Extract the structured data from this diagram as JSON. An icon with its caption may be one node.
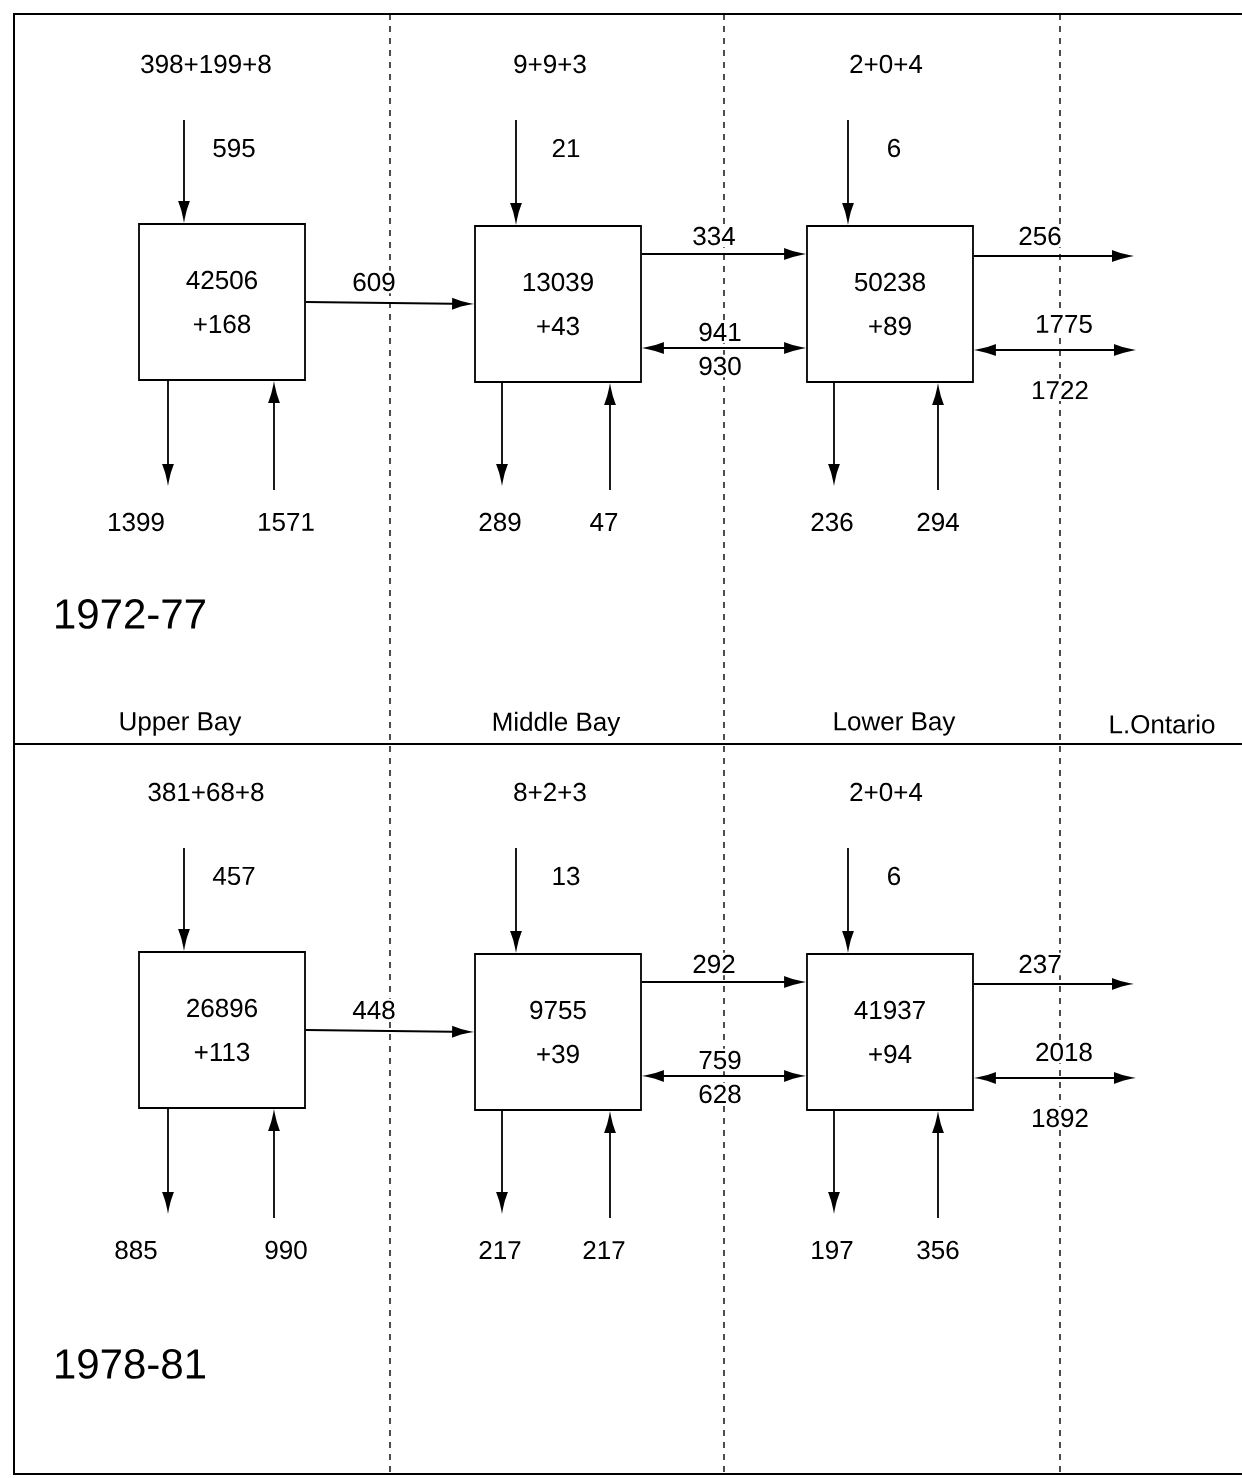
{
  "diagram": {
    "nodes": [
      {
        "text": [
          "42506",
          "+168"
        ]
      },
      {
        "text": [
          "13039",
          "+43"
        ]
      },
      {
        "text": [
          "50238",
          "+89"
        ]
      },
      {
        "text": [
          "26896",
          "+113"
        ]
      },
      {
        "text": [
          "9755",
          "+39"
        ]
      },
      {
        "text": [
          "41937",
          "+94"
        ]
      }
    ],
    "edges": [
      {
        "from": null,
        "to": 0,
        "arrow": "to",
        "label": "595"
      },
      {
        "from": null,
        "to": 1,
        "arrow": "to",
        "label": "21"
      },
      {
        "from": null,
        "to": 2,
        "arrow": "to",
        "label": "6"
      },
      {
        "from": 0,
        "to": 1,
        "arrow": "to",
        "label": "609"
      },
      {
        "from": 1,
        "to": 2,
        "arrow": "to",
        "label": "334"
      },
      {
        "from": 2,
        "to": null,
        "arrow": "to",
        "label": "256"
      },
      {
        "from": 1,
        "to": 2,
        "arrow": "both",
        "label": "941"
      },
      {
        "from": 2,
        "to": null,
        "arrow": "both",
        "label": "1775"
      },
      {
        "from": 0,
        "to": null,
        "arrow": "to",
        "label": "1399"
      },
      {
        "from": null,
        "to": 0,
        "arrow": "to",
        "label": "1571"
      },
      {
        "from": 1,
        "to": null,
        "arrow": "to",
        "label": "289"
      },
      {
        "from": null,
        "to": 1,
        "arrow": "to",
        "label": "47"
      },
      {
        "from": 2,
        "to": null,
        "arrow": "to",
        "label": "236"
      },
      {
        "from": null,
        "to": 2,
        "arrow": "to",
        "label": "294"
      },
      {
        "from": null,
        "to": 3,
        "arrow": "to",
        "label": "457"
      },
      {
        "from": null,
        "to": 4,
        "arrow": "to",
        "label": "13"
      },
      {
        "from": null,
        "to": 5,
        "arrow": "to",
        "label": "6"
      },
      {
        "from": 3,
        "to": 4,
        "arrow": "to",
        "label": "448"
      },
      {
        "from": 4,
        "to": 5,
        "arrow": "to",
        "label": "292"
      },
      {
        "from": 5,
        "to": null,
        "arrow": "to",
        "label": "237"
      },
      {
        "from": 4,
        "to": 5,
        "arrow": "both",
        "label": "759"
      },
      {
        "from": 5,
        "to": null,
        "arrow": "both",
        "label": "2018"
      },
      {
        "from": 3,
        "to": null,
        "arrow": "to",
        "label": "885"
      },
      {
        "from": null,
        "to": 3,
        "arrow": "to",
        "label": "990"
      },
      {
        "from": 4,
        "to": null,
        "arrow": "to",
        "label": "217"
      },
      {
        "from": null,
        "to": 4,
        "arrow": "to",
        "label": "217"
      },
      {
        "from": 5,
        "to": null,
        "arrow": "to",
        "label": "197"
      },
      {
        "from": null,
        "to": 5,
        "arrow": "to",
        "label": "356"
      }
    ],
    "labels": [
      "398+199+8",
      "9+9+3",
      "2+0+4",
      "930",
      "1722",
      "1972-77",
      "Upper Bay",
      "Middle Bay",
      "Lower Bay",
      "L.Ontario",
      "381+68+8",
      "8+2+3",
      "2+0+4",
      "628",
      "1892",
      "1978-81"
    ]
  }
}
